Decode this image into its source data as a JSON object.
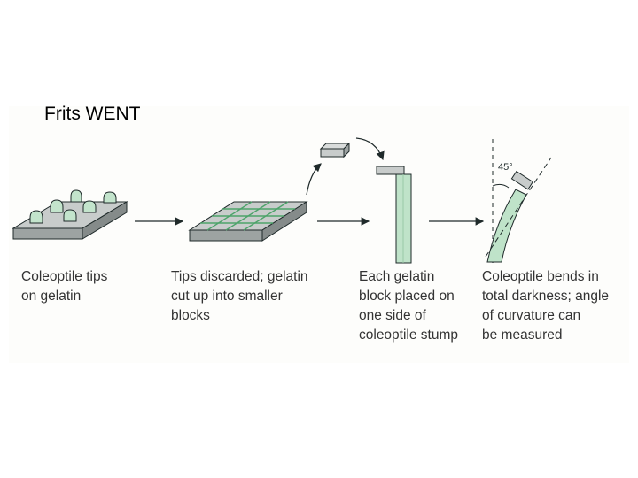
{
  "slide": {
    "title": "Frits WENT"
  },
  "figure": {
    "angle_label": "45°",
    "steps": [
      {
        "caption": "Coleoptile tips\non gelatin"
      },
      {
        "caption": "Tips discarded; gelatin\ncut up into smaller\nblocks"
      },
      {
        "caption": "Each gelatin\nblock placed on\none side of\ncoleoptile stump"
      },
      {
        "caption": "Coleoptile bends in\ntotal darkness; angle\nof curvature can\nbe measured"
      }
    ]
  },
  "colors": {
    "gelatin_green": "#a8d8b4",
    "tip_green": "#c3e4cc",
    "slab_gray": "#c8cccb",
    "slab_side": "#9da3a2",
    "outline": "#1f2a2a",
    "stump_green": "#bfe3c9"
  }
}
